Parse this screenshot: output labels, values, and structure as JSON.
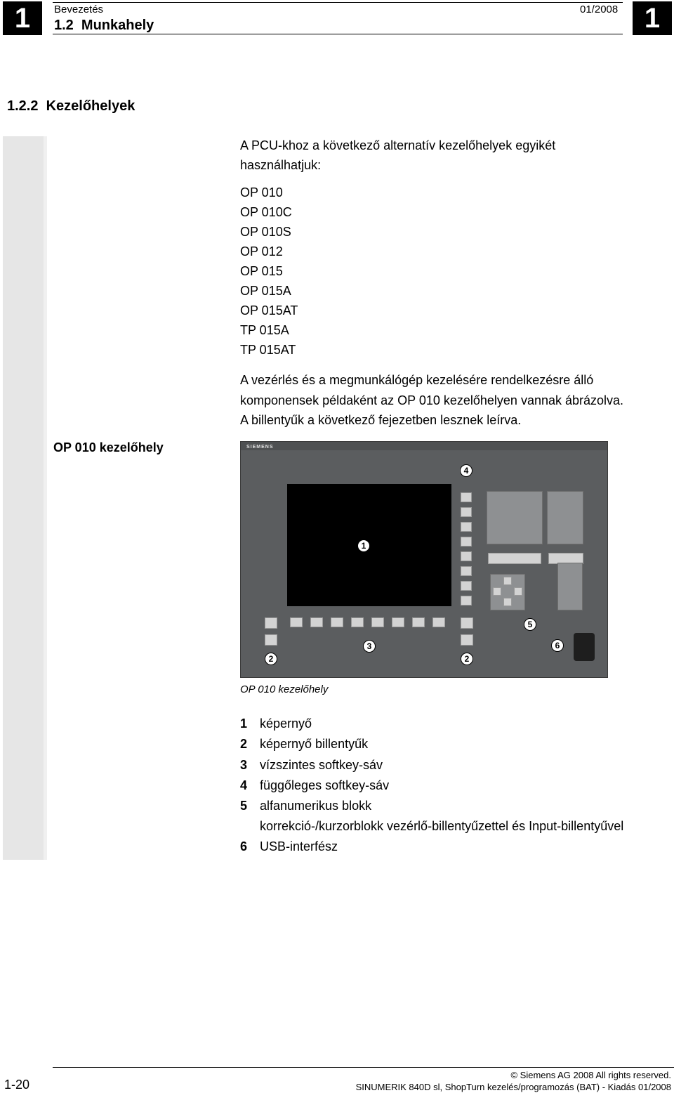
{
  "header": {
    "chapter_number_left": "1",
    "chapter_number_right": "1",
    "chapter_title": "Bevezetés",
    "section": "1.2  Munkahely",
    "date": "01/2008"
  },
  "section_title": "1.2.2  Kezelőhelyek",
  "intro": {
    "line1": "A PCU-khoz a következő alternatív kezelőhelyek egyikét",
    "line2": "használhatjuk:"
  },
  "panels": [
    "OP 010",
    "OP 010C",
    "OP 010S",
    "OP 012",
    "OP 015",
    "OP 015A",
    "OP 015AT",
    "TP 015A",
    "TP 015AT"
  ],
  "description": {
    "line1": "A vezérlés és a megmunkálógép kezelésére rendelkezésre álló",
    "line2": "komponensek példaként az OP 010 kezelőhelyen vannak ábrázolva.",
    "line3": "A billentyűk a következő fejezetben lesznek leírva."
  },
  "side_heading": "OP 010 kezelőhely",
  "figure": {
    "brand": "SIEMENS",
    "callouts": [
      "1",
      "2",
      "2",
      "3",
      "4",
      "5",
      "6"
    ],
    "caption": "OP 010 kezelőhely"
  },
  "legend": [
    {
      "num": "1",
      "text": "képernyő"
    },
    {
      "num": "2",
      "text": "képernyő billentyűk"
    },
    {
      "num": "3",
      "text": "vízszintes softkey-sáv"
    },
    {
      "num": "4",
      "text": "függőleges softkey-sáv"
    },
    {
      "num": "5",
      "text": "alfanumerikus blokk"
    },
    {
      "num": "",
      "text": "korrekció-/kurzorblokk vezérlő-billentyűzettel és Input-billentyűvel"
    },
    {
      "num": "6",
      "text": "USB-interfész"
    }
  ],
  "footer": {
    "page": "1-20",
    "copyright": "© Siemens AG 2008 All rights reserved.",
    "product": "SINUMERIK 840D sl, ShopTurn kezelés/programozás (BAT) - Kiadás 01/2008"
  }
}
